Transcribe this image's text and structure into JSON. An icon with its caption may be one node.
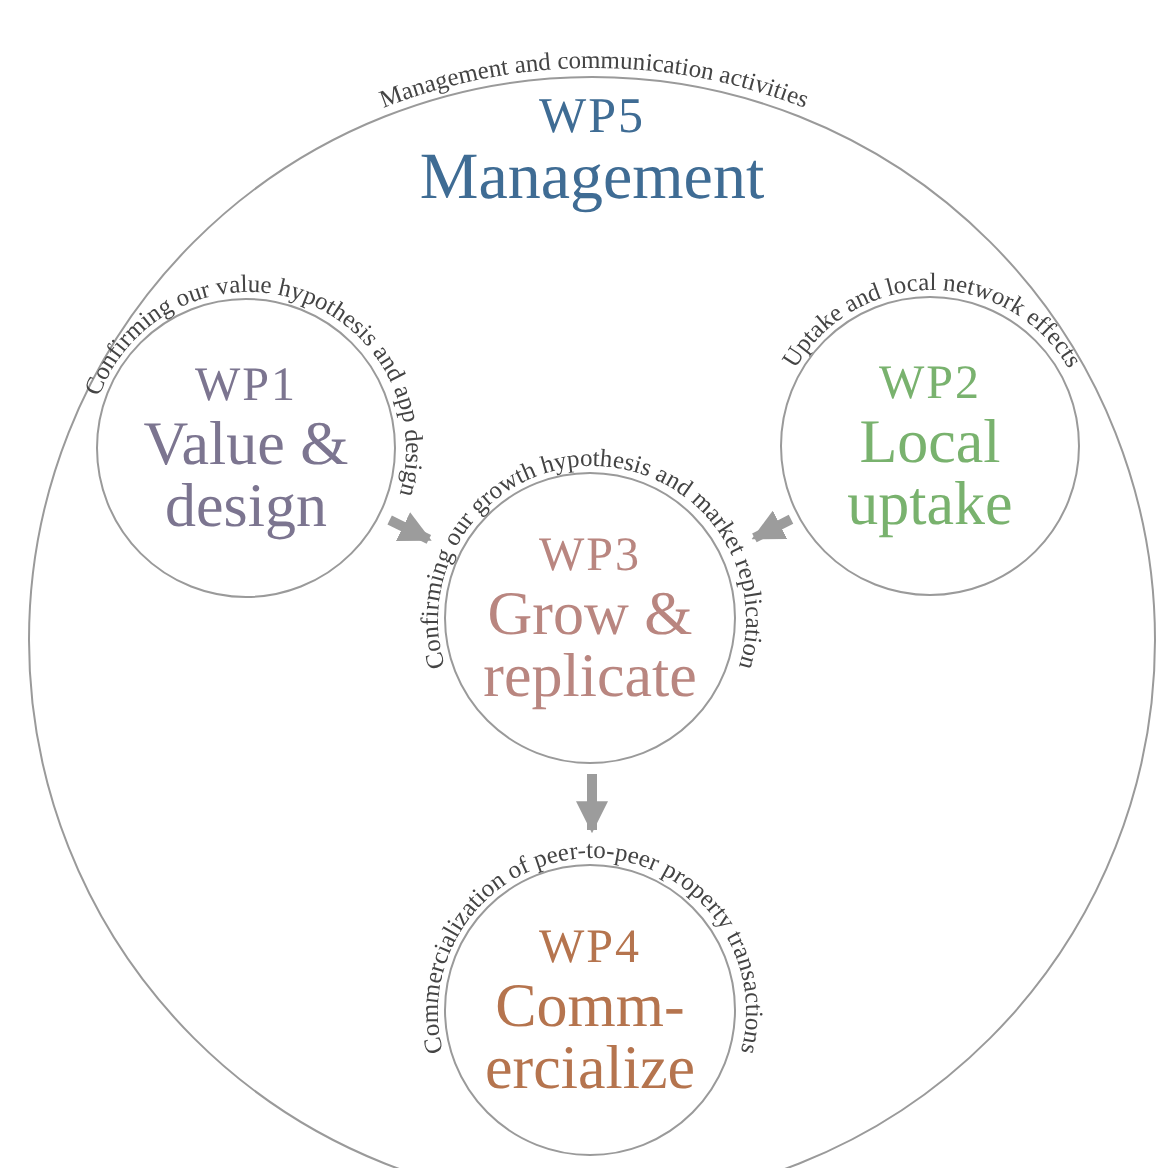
{
  "diagram": {
    "nodes": [
      {
        "text": [
          "Management and communication activities",
          "WP5",
          "Management"
        ]
      },
      {
        "text": [
          "Confirming our value hypothesis and app design",
          "WP1",
          "Value & design"
        ],
        "in": 0
      },
      {
        "text": [
          "Uptake and local network effects",
          "WP2",
          "Local uptake"
        ],
        "in": 0
      },
      {
        "text": [
          "Confirming our growth hypothesis and market replication",
          "WP3",
          "Grow & replicate"
        ],
        "in": 0
      },
      {
        "text": [
          "Commercialization of peer-to-peer property transactions",
          "WP4",
          "Comm- ercialize"
        ],
        "in": 0
      }
    ],
    "edges": [
      {
        "from": 1,
        "to": 3,
        "arrow": "to"
      },
      {
        "from": 2,
        "to": 3,
        "arrow": "to"
      },
      {
        "from": 3,
        "to": 4,
        "arrow": "to"
      }
    ]
  }
}
